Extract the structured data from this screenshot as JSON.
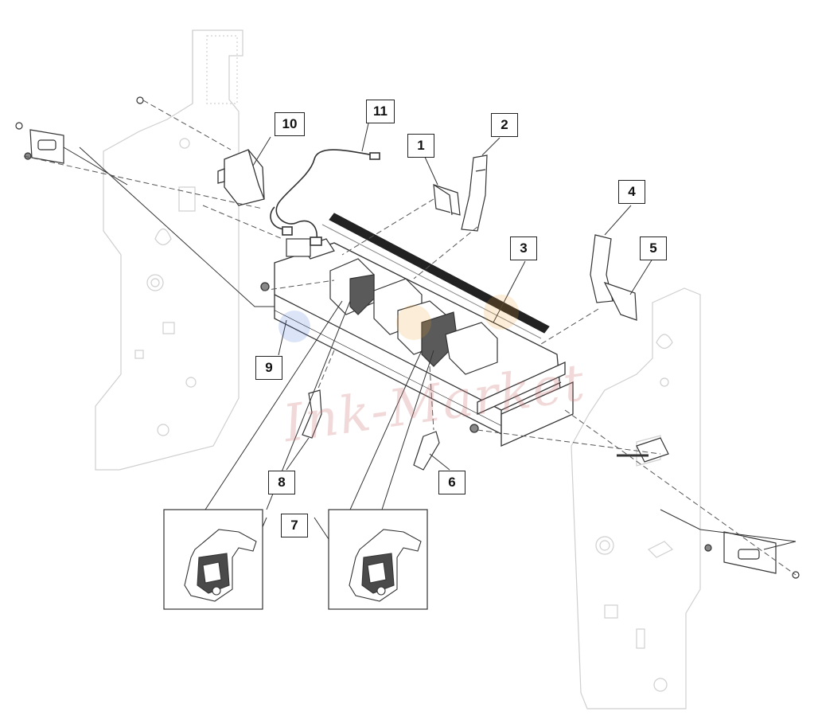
{
  "diagram": {
    "callouts": [
      "1",
      "2",
      "3",
      "4",
      "5",
      "6",
      "7",
      "8",
      "9",
      "10",
      "11"
    ],
    "watermark_text": "Ink-Market"
  },
  "colors": {
    "line": "#333333",
    "light_line": "#c8c8c8",
    "watermark": "#d27878"
  }
}
